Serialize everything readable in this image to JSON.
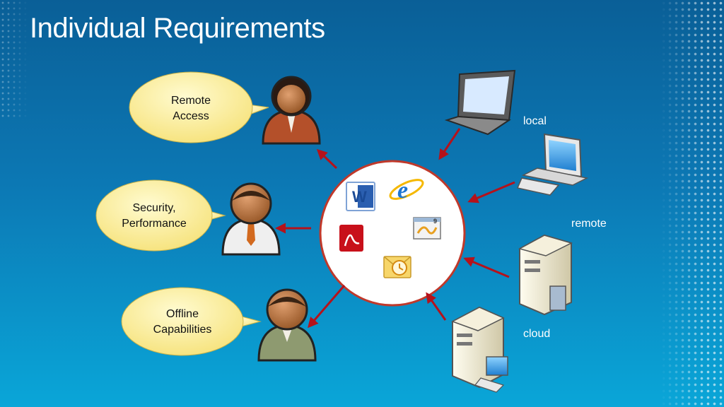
{
  "title": "Individual Requirements",
  "bubbles": [
    {
      "line1": "Remote",
      "line2": "Access"
    },
    {
      "line1": "Security,",
      "line2": "Performance"
    },
    {
      "line1": "Offline",
      "line2": "Capabilities"
    }
  ],
  "labels": {
    "local": "local",
    "remote": "remote",
    "cloud": "cloud"
  },
  "colors": {
    "arrow": "#b5121b",
    "bubble": "#fff6a8",
    "circle_border": "#c0392b"
  },
  "icons": [
    "user-icon",
    "laptop-icon",
    "desktop-icon",
    "server-icon",
    "word-icon",
    "ie-icon",
    "pdf-icon",
    "vs-icon",
    "outlook-icon"
  ]
}
